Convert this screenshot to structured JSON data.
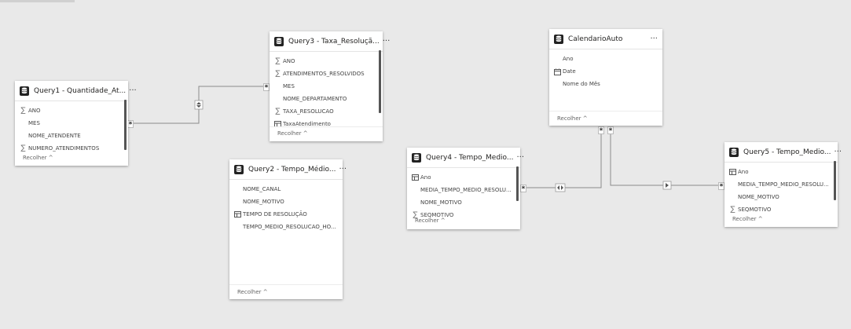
{
  "tables": [
    {
      "id": "query1",
      "title": "Query1 - Quantidade_At...",
      "fields": [
        {
          "icon": "sigma",
          "label": "ANO"
        },
        {
          "icon": "none",
          "label": "MES"
        },
        {
          "icon": "none",
          "label": "NOME_ATENDENTE"
        },
        {
          "icon": "sigma",
          "label": "NUMERO_ATENDIMENTOS"
        }
      ],
      "collapse": "Recolher ^"
    },
    {
      "id": "query3",
      "title": "Query3 - Taxa_Resoluçã...",
      "fields": [
        {
          "icon": "sigma",
          "label": "ANO"
        },
        {
          "icon": "sigma",
          "label": "ATENDIMENTOS_RESOLVIDOS"
        },
        {
          "icon": "none",
          "label": "MES"
        },
        {
          "icon": "none",
          "label": "NOME_DEPARTAMENTO"
        },
        {
          "icon": "sigma",
          "label": "TAXA_RESOLUCAO"
        },
        {
          "icon": "table",
          "label": "TaxaAtendimento"
        }
      ],
      "collapse": "Recolher ^"
    },
    {
      "id": "query2",
      "title": "Query2 - Tempo_Médio...",
      "fields": [
        {
          "icon": "none",
          "label": "NOME_CANAL"
        },
        {
          "icon": "none",
          "label": "NOME_MOTIVO"
        },
        {
          "icon": "table",
          "label": "TEMPO DE RESOLUÇÃO"
        },
        {
          "icon": "none",
          "label": "TEMPO_MEDIO_RESOLUCAO_HO..."
        }
      ],
      "collapse": "Recolher ^"
    },
    {
      "id": "calendario",
      "title": "CalendarioAuto",
      "fields": [
        {
          "icon": "none",
          "label": "Ano"
        },
        {
          "icon": "calendar",
          "label": "Date"
        },
        {
          "icon": "none",
          "label": "Nome do Mês"
        }
      ],
      "collapse": "Recolher ^"
    },
    {
      "id": "query4",
      "title": "Query4 - Tempo_Medio...",
      "fields": [
        {
          "icon": "table",
          "label": "Ano"
        },
        {
          "icon": "none",
          "label": "MEDIA_TEMPO_MEDIO_RESOLU..."
        },
        {
          "icon": "none",
          "label": "NOME_MOTIVO"
        },
        {
          "icon": "sigma",
          "label": "SEQMOTIVO"
        }
      ],
      "collapse": "Recolher ^"
    },
    {
      "id": "query5",
      "title": "Query5 - Tempo_Medio...",
      "fields": [
        {
          "icon": "table",
          "label": "Ano"
        },
        {
          "icon": "none",
          "label": "MEDIA_TEMPO_MEDIO_RESOLU..."
        },
        {
          "icon": "none",
          "label": "NOME_MOTIVO"
        },
        {
          "icon": "sigma",
          "label": "SEQMOTIVO"
        }
      ],
      "collapse": "Recolher ^"
    }
  ],
  "more_label": "···",
  "cardinality_many": "*"
}
